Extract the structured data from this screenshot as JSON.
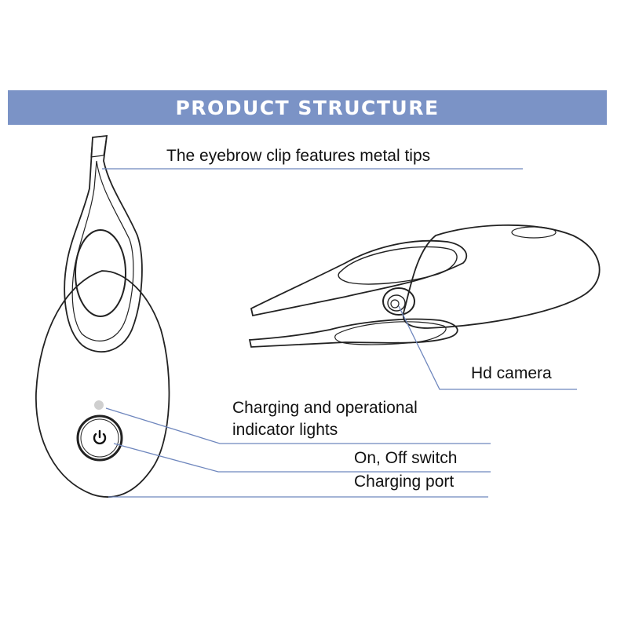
{
  "header": {
    "title": "PRODUCT STRUCTURE",
    "background_color": "#7b93c6"
  },
  "callouts": {
    "metal_tips": "The eyebrow clip features metal tips",
    "camera": "Hd camera",
    "indicator_line1": "Charging and operational",
    "indicator_line2": "indicator lights",
    "switch": "On, Off switch",
    "charging_port": "Charging port"
  },
  "colors": {
    "leader_line": "#6e86bd",
    "outline": "#222222"
  },
  "icons": {
    "power_button": "power-icon",
    "indicator": "indicator-light-icon",
    "camera": "camera-lens-icon"
  }
}
